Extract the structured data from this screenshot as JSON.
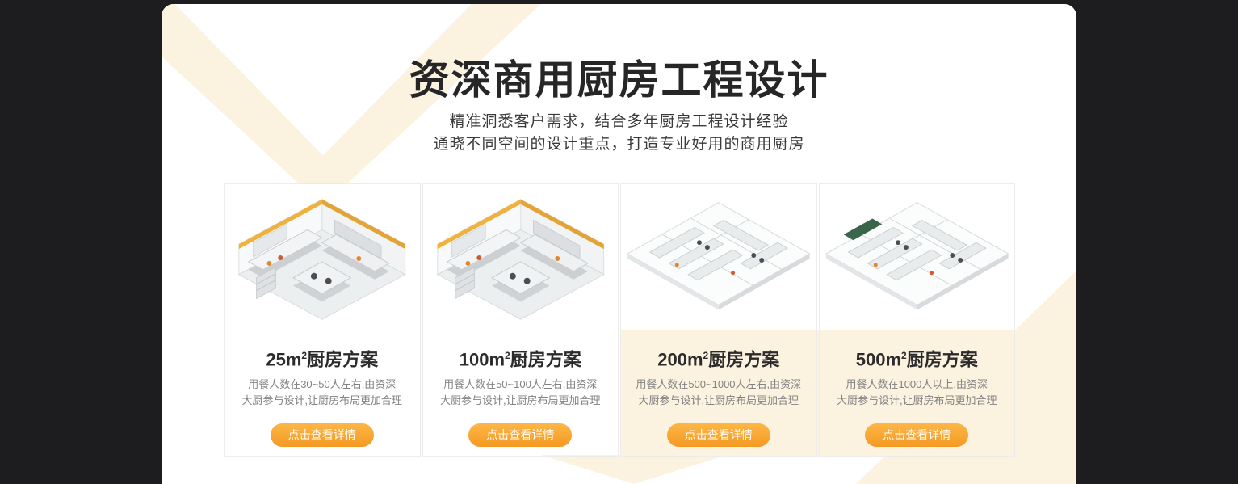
{
  "header": {
    "title": "资深商用厨房工程设计",
    "subtitle_line1": "精准洞悉客户需求，结合多年厨房工程设计经验",
    "subtitle_line2": "通晓不同空间的设计重点，打造专业好用的商用厨房"
  },
  "cards": [
    {
      "area_value": "25m",
      "area_sup": "2",
      "title_rest": "厨房方案",
      "desc_line1": "用餐人数在30~50人左右,由资深",
      "desc_line2": "大厨参与设计,让厨房布局更加合理",
      "button_label": "点击查看详情"
    },
    {
      "area_value": "100m",
      "area_sup": "2",
      "title_rest": "厨房方案",
      "desc_line1": "用餐人数在50~100人左右,由资深",
      "desc_line2": "大厨参与设计,让厨房布局更加合理",
      "button_label": "点击查看详情"
    },
    {
      "area_value": "200m",
      "area_sup": "2",
      "title_rest": "厨房方案",
      "desc_line1": "用餐人数在500~1000人左右,由资深",
      "desc_line2": "大厨参与设计,让厨房布局更加合理",
      "button_label": "点击查看详情"
    },
    {
      "area_value": "500m",
      "area_sup": "2",
      "title_rest": "厨房方案",
      "desc_line1": "用餐人数在1000人以上,由资深",
      "desc_line2": "大厨参与设计,让厨房布局更加合理",
      "button_label": "点击查看详情"
    }
  ],
  "colors": {
    "page_background": "#1D1D1F",
    "panel_background": "#FFFFFF",
    "decoration_cream": "#FCF2E0",
    "accent_orange": "#F7A226",
    "title_color": "#262626",
    "description_gray": "#828282"
  }
}
